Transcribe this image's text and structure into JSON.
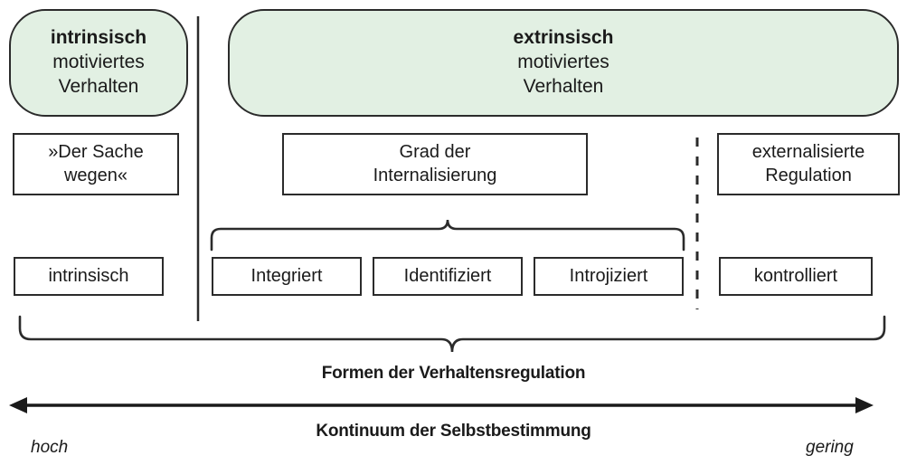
{
  "diagram": {
    "title_caption": "Formen der Verhaltensregulation",
    "axis_caption": "Kontinuum der Selbstbestimmung",
    "axis_left_label": "hoch",
    "axis_right_label": "gering",
    "colors": {
      "green_fill": "#e2f0e3",
      "stroke": "#2b2b2b",
      "background": "#ffffff"
    }
  },
  "motivation": {
    "intrinsic": {
      "line1": "intrinsisch",
      "line2": "motiviertes",
      "line3": "Verhalten"
    },
    "extrinsic": {
      "line1": "extrinsisch",
      "line2": "motiviertes",
      "line3": "Verhalten"
    }
  },
  "middle_row": {
    "der_sache_wegen": {
      "line1": "»Der Sache",
      "line2": "wegen«"
    },
    "grad_der_internalisierung": {
      "line1": "Grad der",
      "line2": "Internalisierung"
    },
    "externalisierte_regulation": {
      "line1": "externalisierte",
      "line2": "Regulation"
    }
  },
  "regulation_row": {
    "intrinsisch": "intrinsisch",
    "integriert": "Integriert",
    "identifiziert": "Identifiziert",
    "introjiziert": "Introjiziert",
    "kontrolliert": "kontrolliert"
  }
}
